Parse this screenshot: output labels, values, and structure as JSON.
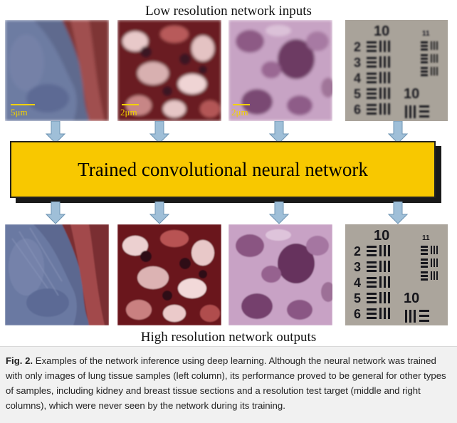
{
  "figure": {
    "top_title": "Low resolution network inputs",
    "bottom_title": "High resolution network outputs",
    "network_label": "Trained convolutional neural network",
    "scalebars": [
      "5μm",
      "2μm",
      "2μm"
    ],
    "columns": [
      "lung-tissue",
      "kidney-tissue",
      "breast-tissue",
      "resolution-test-target"
    ],
    "test_target": {
      "large_label": "10",
      "small_label": "11",
      "digits": [
        "2",
        "3",
        "4",
        "5",
        "6"
      ],
      "bottom_label": "10"
    }
  },
  "caption": {
    "label": "Fig. 2.",
    "text": " Examples of the network inference using deep learning. Although the neural network was trained with only images of lung tissue samples (left column), its performance proved to be general for other types of samples, including kidney and breast tissue sections and a resolution test target (middle and right columns), which were never seen by the network during its training."
  },
  "colors": {
    "network_box": "#f8c800",
    "arrow": "#9fbfd8",
    "scalebar": "#f2d100"
  }
}
